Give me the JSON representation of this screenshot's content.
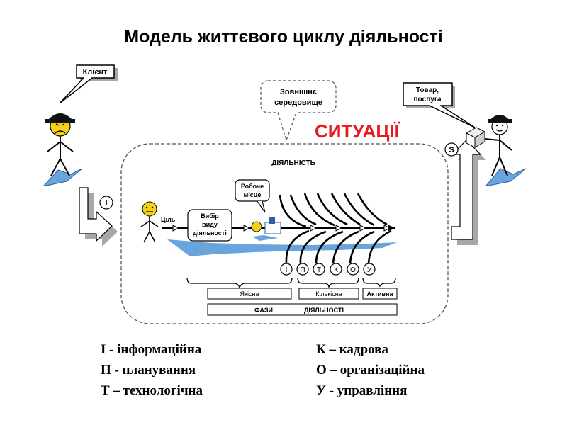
{
  "title": "Модель життєвого циклу діяльності",
  "client_label": "Клієнт",
  "environment_label": [
    "Зовнішнє",
    "середовище"
  ],
  "product_label": [
    "Товар,",
    "послуга"
  ],
  "situation_label": "СИТУАЦІЇ",
  "activity_label": "ДІЯЛЬНІСТЬ",
  "goal_label": "Ціль",
  "choice_label": [
    "Вибір",
    "виду",
    "діяльності"
  ],
  "workplace_label": [
    "Робоче",
    "місце"
  ],
  "input_marker": "I",
  "output_marker": "S",
  "functions": [
    "І",
    "П",
    "Т",
    "К",
    "О",
    "У"
  ],
  "phases": {
    "qualitative": "Якісна",
    "quantitative": "Кількісна",
    "active": "Активна",
    "footer": [
      "ФАЗИ",
      "ДІЯЛЬНОСТІ"
    ]
  },
  "legend_left": [
    "І - інформаційна",
    "П - планування",
    "Т – технологічна"
  ],
  "legend_right": [
    "К – кадрова",
    "О – організаційна",
    "У - управління"
  ],
  "colors": {
    "water": "#6aa4dc",
    "face": "#f5d21a",
    "red": "#e8191e",
    "shadow": "#a8a8a8"
  }
}
